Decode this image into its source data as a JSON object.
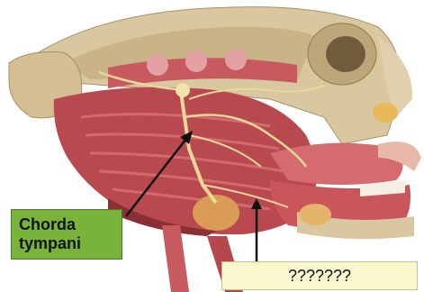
{
  "labels": {
    "chorda_line1": "Chorda",
    "chorda_line2": "tympani",
    "unknown": "???????"
  },
  "colors": {
    "label_green": "#7ab33c",
    "label_yellow": "#fbf7cf",
    "arrow": "#111111",
    "nerve": "#e9d89a",
    "muscle": "#b84a4f",
    "bone": "#d9c7a0"
  },
  "image": {
    "subject": "head-dissection-illustration"
  }
}
